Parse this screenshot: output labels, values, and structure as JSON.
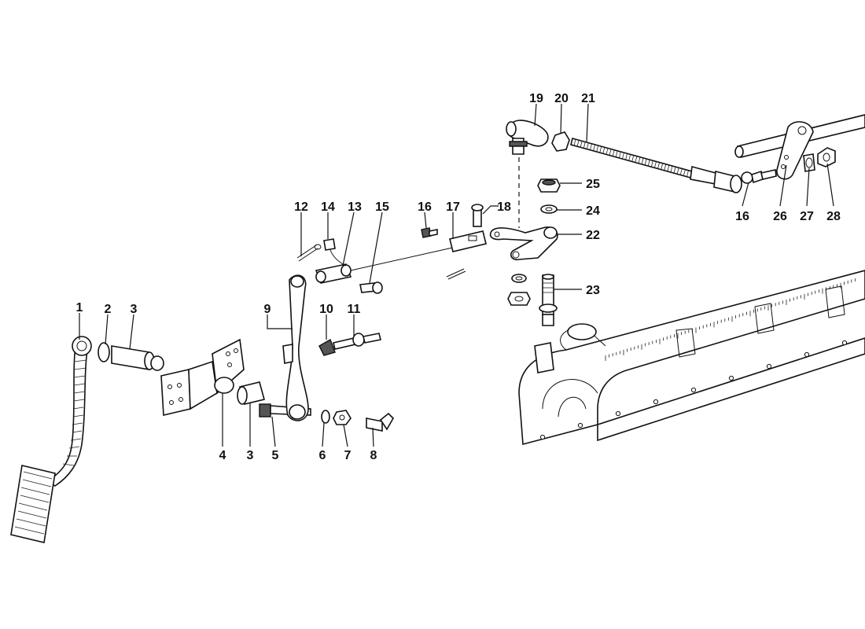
{
  "labels": [
    "1",
    "2",
    "3",
    "4",
    "3",
    "5",
    "6",
    "7",
    "8",
    "9",
    "10",
    "11",
    "12",
    "14",
    "13",
    "15",
    "16",
    "17",
    "18",
    "19",
    "20",
    "21",
    "22",
    "23",
    "24",
    "25",
    "16",
    "26",
    "27",
    "28"
  ]
}
